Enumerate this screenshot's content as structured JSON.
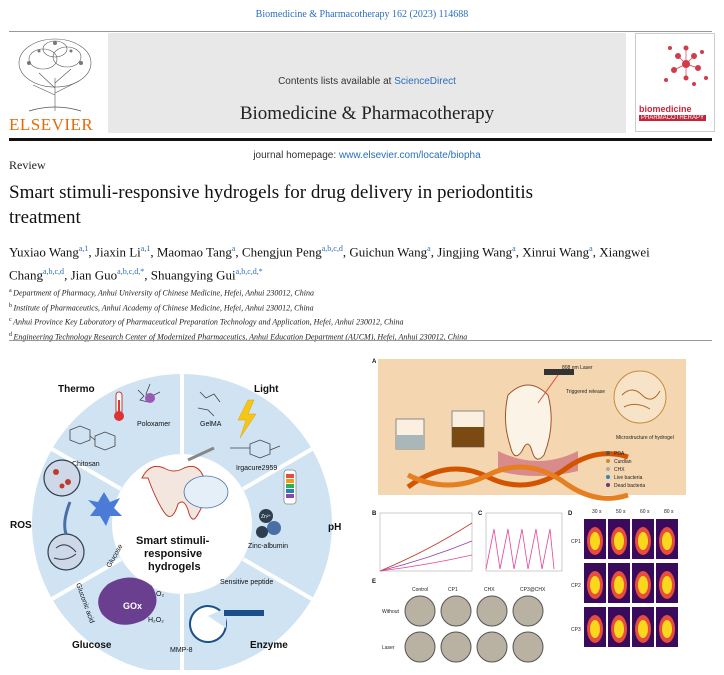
{
  "citation": "Biomedicine & Pharmacotherapy 162 (2023) 114688",
  "header": {
    "contents_prefix": "Contents lists available at ",
    "contents_link": "ScienceDirect",
    "journal_title": "Biomedicine & Pharmacotherapy",
    "homepage_prefix": "journal homepage: ",
    "homepage_link": "www.elsevier.com/locate/biopha",
    "publisher": "ELSEVIER",
    "cover_title_1": "biomedicine",
    "cover_title_2": "PHARMACOTHERAPY"
  },
  "article": {
    "section": "Review",
    "title": "Smart stimuli-responsive hydrogels for drug delivery in periodontitis treatment",
    "authors": [
      {
        "name": "Yuxiao Wang",
        "sup": "a,1",
        "sep": ", "
      },
      {
        "name": "Jiaxin Li",
        "sup": "a,1",
        "sep": ", "
      },
      {
        "name": "Maomao Tang",
        "sup": "a",
        "sep": ", "
      },
      {
        "name": "Chengjun Peng",
        "sup": "a,b,c,d",
        "sep": ", "
      },
      {
        "name": "Guichun Wang",
        "sup": "a",
        "sep": ", "
      },
      {
        "name": "Jingjing Wang",
        "sup": "a",
        "sep": ", "
      },
      {
        "name": "Xinrui Wang",
        "sup": "a",
        "sep": ", "
      },
      {
        "name": "Xiangwei Chang",
        "sup": "a,b,c,d",
        "sep": ", "
      },
      {
        "name": "Jian Guo",
        "sup": "a,b,c,d,*",
        "sep": ", "
      },
      {
        "name": "Shuangying Gui",
        "sup": "a,b,c,d,*",
        "sep": ""
      }
    ],
    "affiliations": [
      {
        "sup": "a",
        "text": "Department of Pharmacy, Anhui University of Chinese Medicine, Hefei, Anhui 230012, China"
      },
      {
        "sup": "b",
        "text": "Institute of Pharmaceutics, Anhui Academy of Chinese Medicine, Hefei, Anhui 230012, China"
      },
      {
        "sup": "c",
        "text": "Anhui Province Key Laboratory of Pharmaceutical Preparation Technology and Application, Hefei, Anhui 230012, China"
      },
      {
        "sup": "d",
        "text": "Engineering Technology Research Center of Modernized Pharmaceutics, Anhui Education Department (AUCM), Hefei, Anhui 230012, China"
      }
    ]
  },
  "figure_left": {
    "center_line1": "Smart stimuli-",
    "center_line2": "responsive",
    "center_line3": "hydrogels",
    "thermo": "Thermo",
    "light": "Light",
    "ph": "pH",
    "enzyme": "Enzyme",
    "glucose": "Glucose",
    "ros": "ROS",
    "poloxamer": "Poloxamer",
    "chitosan": "Chitosan",
    "gelma": "GelMA",
    "irgacure": "Irgacure2959",
    "zinc_albumin": "Zinc-albumin",
    "sensitive_peptide": "Sensitive peptide",
    "mmp8": "MMP-8",
    "gox": "GOx",
    "glucose_small": "Glucose",
    "gluconic_acid": "Gluconic acid",
    "o2": "O₂",
    "h2o2": "H₂O₂",
    "zn2": "Zn²⁺"
  },
  "figure_right": {
    "panel_a": "A",
    "panel_b": "B",
    "panel_c": "C",
    "panel_d": "D",
    "panel_e": "E",
    "laser": "808 nm Laser",
    "triggered_release": "Triggered release",
    "microstructure": "Microstructure of hydrogel",
    "legend": [
      "PDA",
      "Curdlan",
      "CHX",
      "Live bacteria",
      "Dead bacteria"
    ],
    "d_times": [
      "30 s",
      "50 s",
      "60 s",
      "80 s"
    ],
    "d_rows": [
      "CP1",
      "CP2",
      "CP3"
    ],
    "e_cols": [
      "Control",
      "CP1",
      "CHX",
      "CP3@CHX"
    ],
    "e_rows": [
      "Without",
      "Laser"
    ]
  },
  "colors": {
    "link": "#2a6ebb",
    "elsevier": "#e36c0a",
    "circle_outer": "#cfe3f3",
    "circle_inner": "#e9f2f9",
    "panel_bg": "#f4d7b0"
  }
}
